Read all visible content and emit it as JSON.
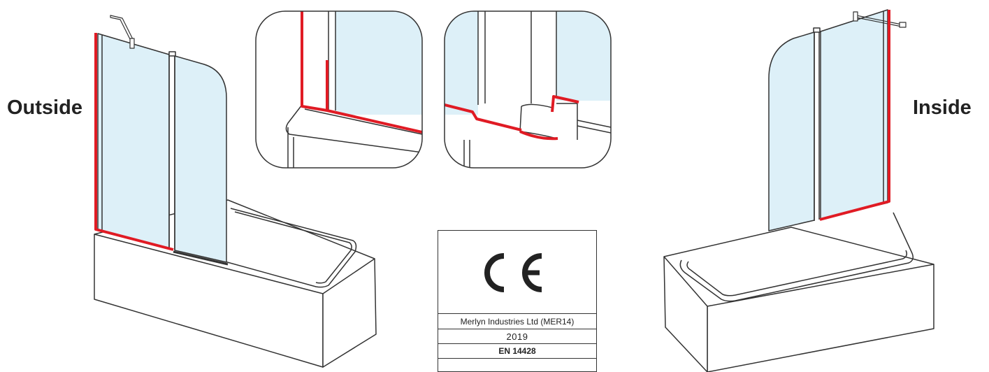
{
  "labels": {
    "outside": "Outside",
    "inside": "Inside"
  },
  "certification": {
    "mark": "CE",
    "manufacturer": "Merlyn Industries Ltd (MER14)",
    "year": "2019",
    "standard": "EN 14428"
  },
  "colors": {
    "seal_line": "#e01b24",
    "glass": "#ddf0f8",
    "outline": "#333333"
  }
}
